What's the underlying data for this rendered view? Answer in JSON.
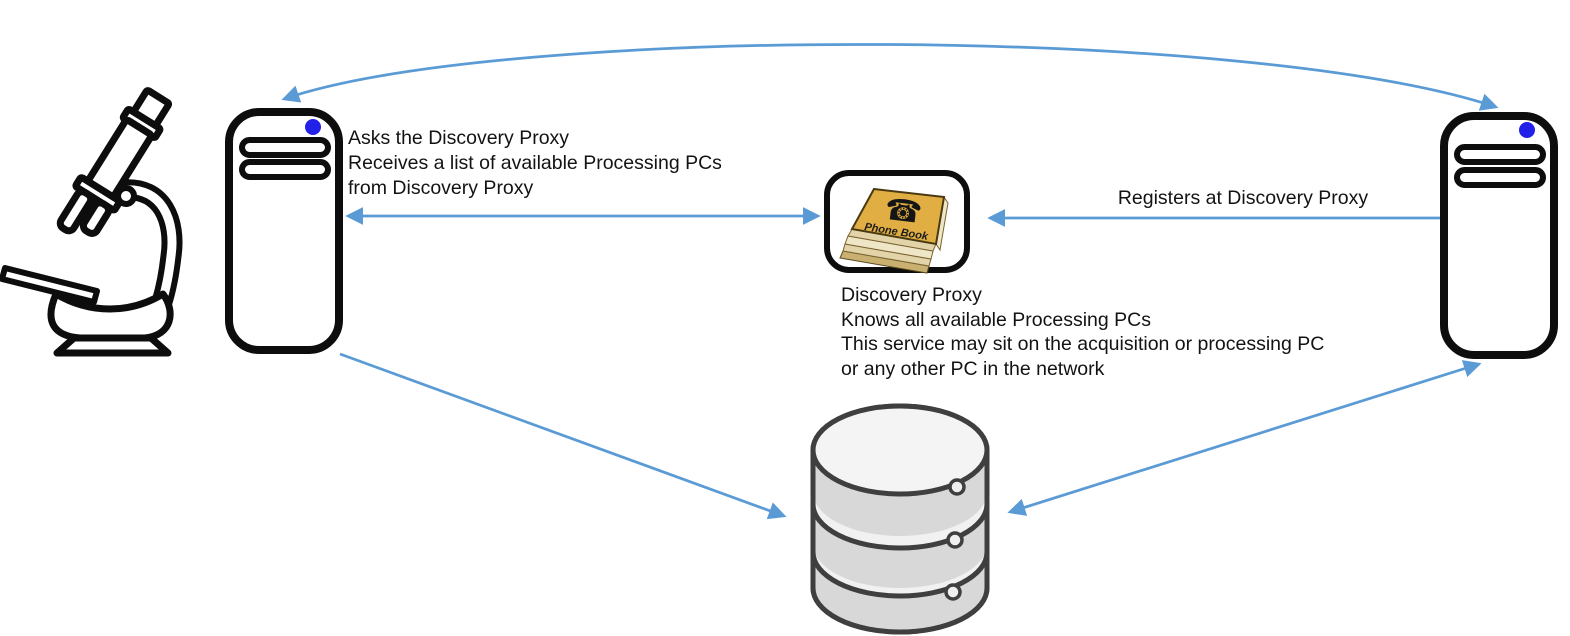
{
  "diagram": {
    "labels": {
      "ask_line1": "Asks the Discovery Proxy",
      "ask_line2": "Receives a list of available Processing PCs",
      "ask_line3": "from Discovery Proxy",
      "register": "Registers at Discovery Proxy",
      "proxy_line1": "Discovery Proxy",
      "proxy_line2": "Knows all available Processing PCs",
      "proxy_line3": "This service may sit on the acquisition or processing PC",
      "proxy_line4": "or any other PC in the network",
      "phone_book_title": "Phone Book",
      "phone_glyph": "☎"
    },
    "nodes": {
      "microscope": "microscope",
      "acquisition_pc": "pc-tower",
      "discovery_proxy": "phone-book",
      "processing_pc": "pc-tower",
      "database": "database"
    },
    "colors": {
      "arrow": "#5B9BD5",
      "led": "#2121E8",
      "book_cover": "#E0AE42",
      "background": "#FFFFFF"
    }
  }
}
